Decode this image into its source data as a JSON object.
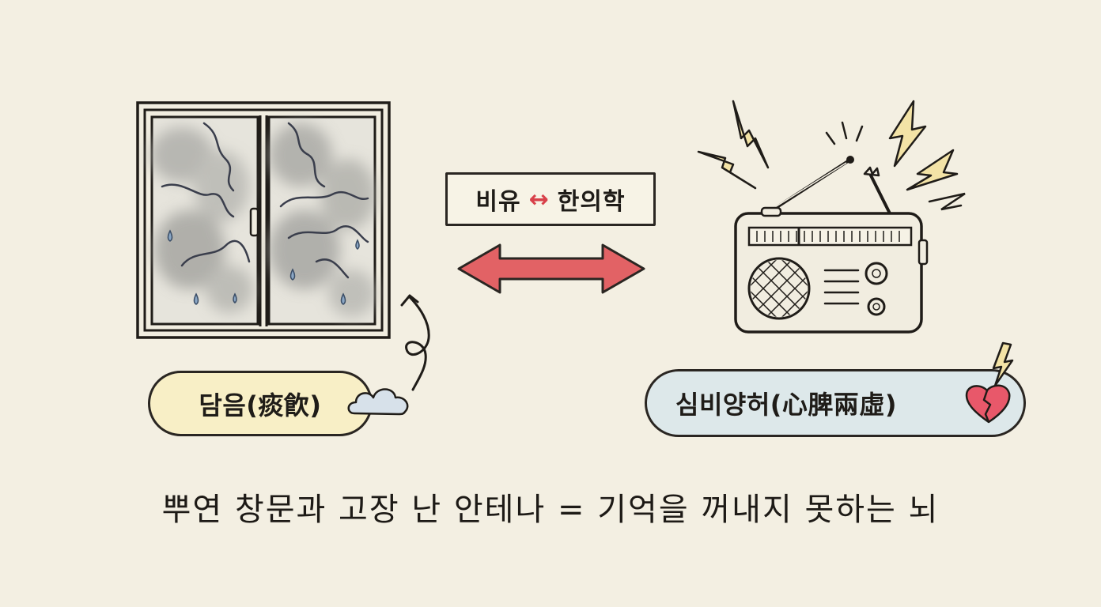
{
  "center_label": {
    "left_text": "비유",
    "arrow": "↔",
    "right_text": "한의학"
  },
  "left_pill": {
    "text": "담음(痰飮)",
    "icon": "cloud-icon"
  },
  "right_pill": {
    "text": "심비양허(心脾兩虛)",
    "icon": "broken-heart-icon"
  },
  "caption": "뿌연 창문과 고장 난 안테나 = 기억을 꺼내지 못하는 뇌",
  "colors": {
    "background": "#f3efe2",
    "arrow_red": "#e26265",
    "left_pill_fill": "#f8efc6",
    "right_pill_fill": "#dde8ea",
    "lightning_yellow": "#f3e3a6",
    "heart_pink": "#e8586a"
  },
  "icons": [
    "foggy-window-icon",
    "double-arrow-icon",
    "radio-icon",
    "lightning-icon",
    "curly-arrow-icon",
    "cloud-icon",
    "broken-heart-icon"
  ]
}
